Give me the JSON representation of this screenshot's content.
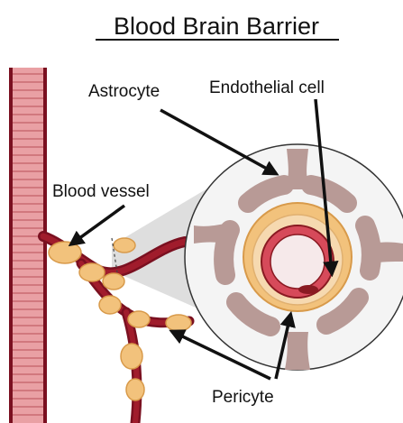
{
  "title": "Blood Brain Barrier",
  "labels": {
    "astrocyte": "Astrocyte",
    "endothelial_cell": "Endothelial cell",
    "blood_vessel": "Blood vessel",
    "pericyte": "Pericyte"
  },
  "colors": {
    "vessel_dark": "#7a1020",
    "vessel_mid": "#a01c2c",
    "wall_pink": "#e9a0a4",
    "wall_stripe": "#c96a72",
    "pericyte": "#f2c27c",
    "pericyte_edge": "#d89a4a",
    "astrocyte": "#b89a96",
    "endothelial": "#d64a5a",
    "lumen": "#f6e9ea",
    "zoom_fill": "#d8d8d8",
    "circle_bg": "#f4f4f4"
  }
}
